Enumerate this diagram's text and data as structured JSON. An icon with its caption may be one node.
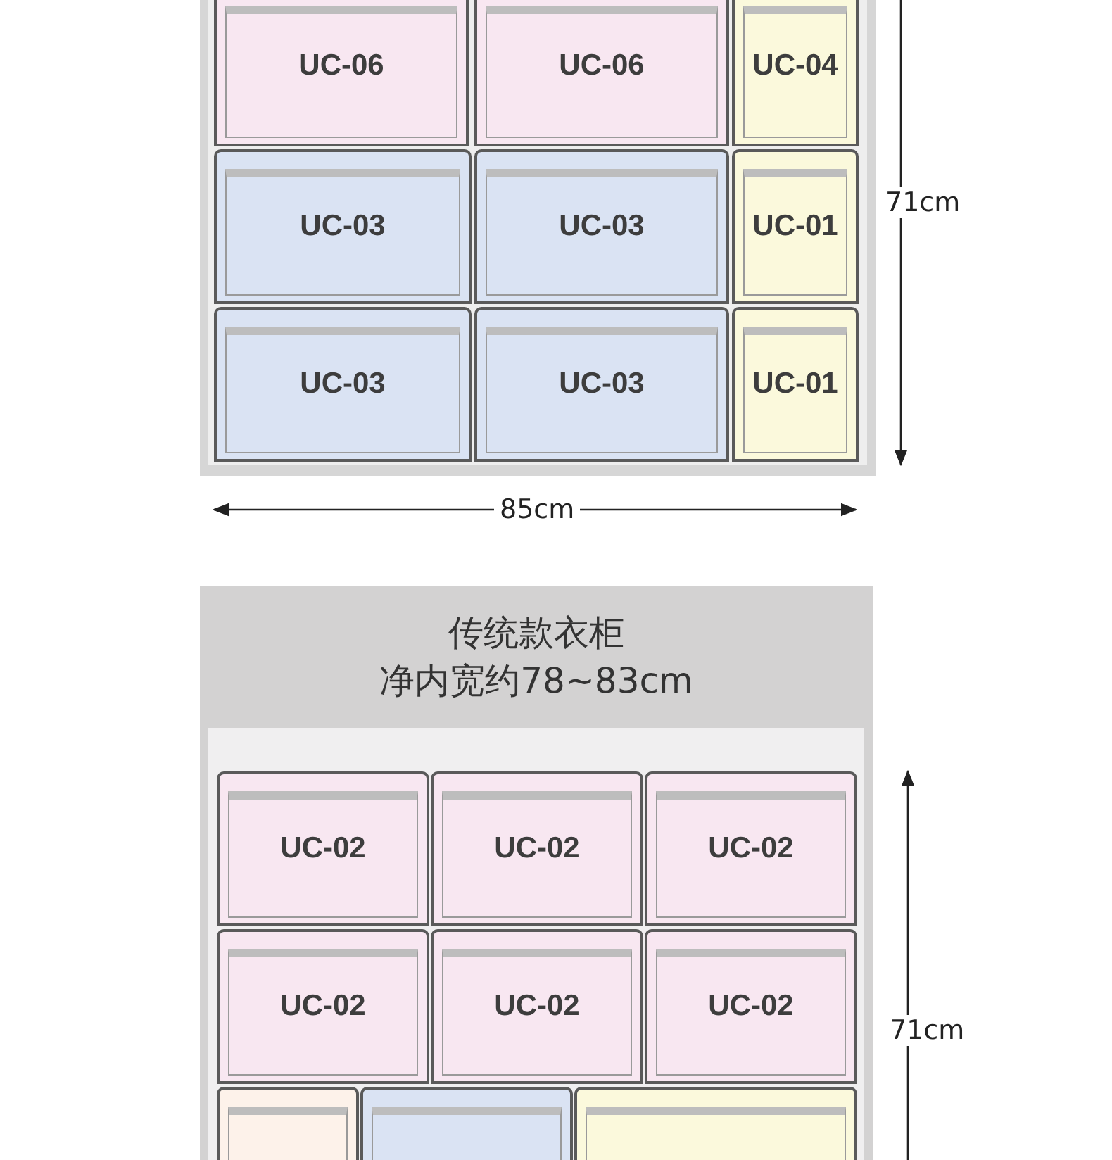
{
  "diagram": {
    "nodes": [
      {
        "text": [],
        "shape": "box"
      },
      {
        "text": [
          "UC-06"
        ],
        "in": 0
      },
      {
        "text": [
          "UC-06"
        ],
        "in": 0
      },
      {
        "text": [
          "UC-04"
        ],
        "in": 0
      },
      {
        "text": [
          "UC-03"
        ],
        "in": 0
      },
      {
        "text": [
          "UC-03"
        ],
        "in": 0
      },
      {
        "text": [
          "UC-01"
        ],
        "in": 0
      },
      {
        "text": [
          "UC-03"
        ],
        "in": 0
      },
      {
        "text": [
          "UC-03"
        ],
        "in": 0
      },
      {
        "text": [
          "UC-01"
        ],
        "in": 0
      },
      {
        "text": [
          "传统款衣柜",
          "净内宽约78~83cm"
        ]
      },
      {
        "text": [
          "UC-02"
        ],
        "in": 10
      },
      {
        "text": [
          "UC-02"
        ],
        "in": 10
      },
      {
        "text": [
          "UC-02"
        ],
        "in": 10
      },
      {
        "text": [
          "UC-02"
        ],
        "in": 10
      },
      {
        "text": [
          "UC-02"
        ],
        "in": 10
      },
      {
        "text": [
          "UC-02"
        ],
        "in": 10
      },
      {
        "text": [],
        "shape": "box",
        "in": 10
      },
      {
        "text": [],
        "shape": "box",
        "in": 10
      },
      {
        "text": [],
        "shape": "box",
        "in": 10
      }
    ],
    "edges": [],
    "labels": [
      "71cm",
      "85cm",
      "71cm"
    ]
  }
}
